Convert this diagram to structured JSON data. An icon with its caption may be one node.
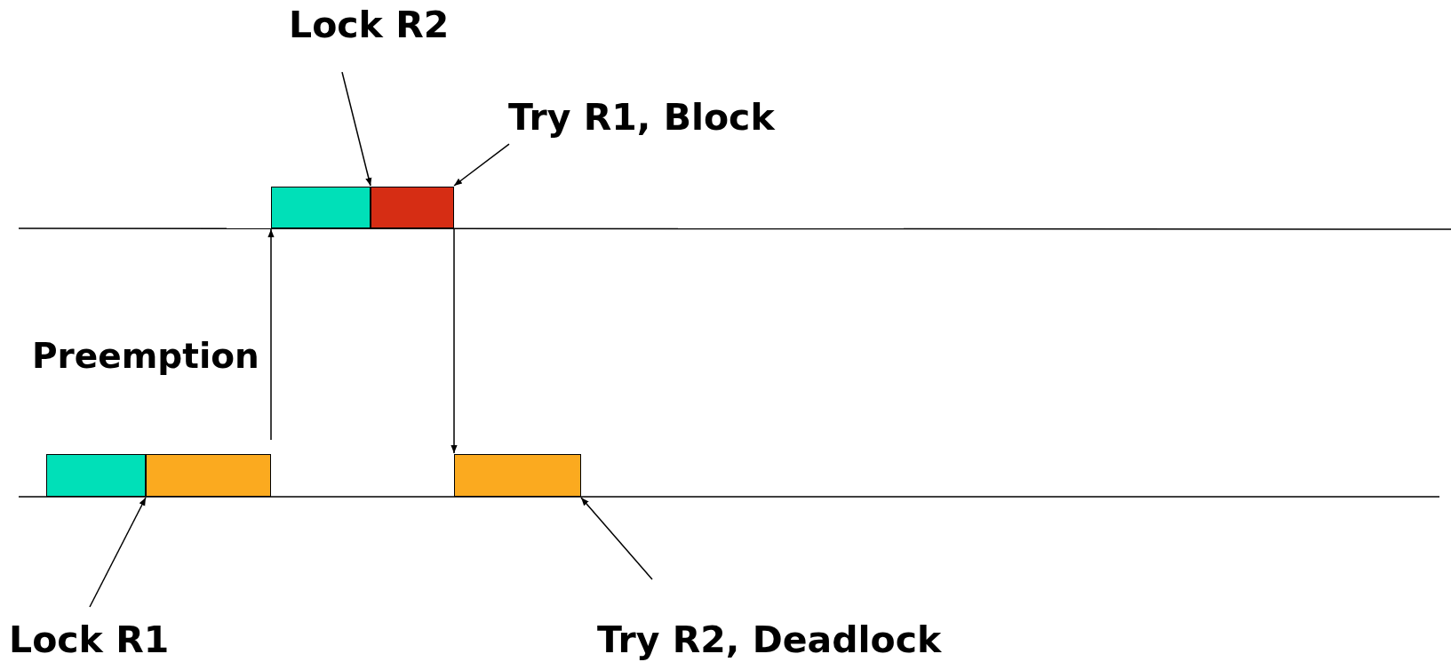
{
  "diagram": {
    "nodes": [
      {
        "text": [
          "Lock R2"
        ]
      },
      {
        "text": [
          "Try R1, Block"
        ]
      },
      {
        "text": [],
        "shape": "box"
      },
      {
        "text": [],
        "shape": "box"
      },
      {
        "text": [],
        "shape": "box"
      },
      {
        "text": [],
        "shape": "box"
      },
      {
        "text": [],
        "shape": "box"
      },
      {
        "text": [
          "Lock R1"
        ]
      },
      {
        "text": [
          "Try R2, Deadlock"
        ]
      }
    ],
    "edges": [
      {
        "from": 0,
        "to": 2,
        "arrow": "to"
      },
      {
        "from": 1,
        "to": 3,
        "arrow": "to"
      },
      {
        "from": 5,
        "to": 2,
        "arrow": "to",
        "label": "Preemption"
      },
      {
        "from": 3,
        "to": 6,
        "arrow": "to"
      },
      {
        "from": 7,
        "to": 4,
        "arrow": "to"
      },
      {
        "from": 8,
        "to": 6,
        "arrow": "to"
      }
    ]
  }
}
